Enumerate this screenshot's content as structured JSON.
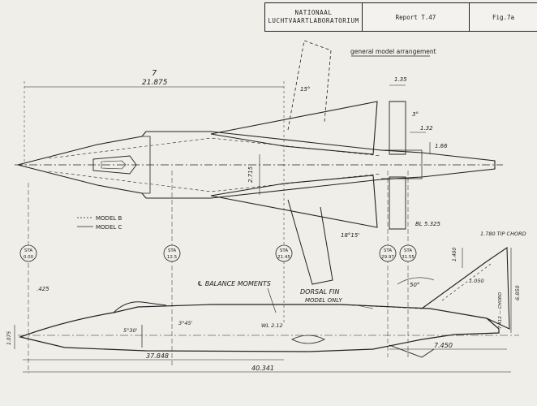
{
  "title_block": {
    "org_line1": "NATIONAAL",
    "org_line2": "LUCHTVAARTLABORATORIUM",
    "report": "Report T.47",
    "figure": "Fig.7a"
  },
  "drawing_title": "general model arrangement",
  "legend": {
    "model_b": "MODEL B",
    "model_c": "MODEL C"
  },
  "plan_view": {
    "overall_dim": "21.875",
    "dim_mark": "7",
    "sweep_angle": "15°",
    "fin_sweep": "3°",
    "dim_135": "1.35",
    "dim_132": "1.32",
    "dim_166": "1.66",
    "dim_2715": "2.715",
    "dihedral": "18°15'",
    "bl_label": "BL 5.325"
  },
  "stations": [
    {
      "line1": "STA",
      "line2": "0.00"
    },
    {
      "line1": "STA",
      "line2": "12.5"
    },
    {
      "line1": "STA",
      "line2": "21.45"
    },
    {
      "line1": "STA",
      "line2": "29.97"
    },
    {
      "line1": "STA",
      "line2": "31.55"
    }
  ],
  "side_view": {
    "balance_moments": "℄ BALANCE MOMENTS",
    "dorsal_fin": "DORSAL FIN",
    "model_only": "MODEL ONLY",
    "dim_425": ".425",
    "dim_1075": "1.075",
    "nose_angle1": "5°30'",
    "nose_angle2": "3°45'",
    "wl_label": "WL 2.12",
    "fin_angle": "50°",
    "tip_chord": "1.780 TIP CHORD",
    "dim_1400": "1.400",
    "dim_1050": "1.050",
    "dim_6850": "6.850",
    "dim_7450": "7.450",
    "dim_37848": "37.848",
    "dim_40341": "40.341",
    "rudder_label": "7.412 — CHORD"
  }
}
